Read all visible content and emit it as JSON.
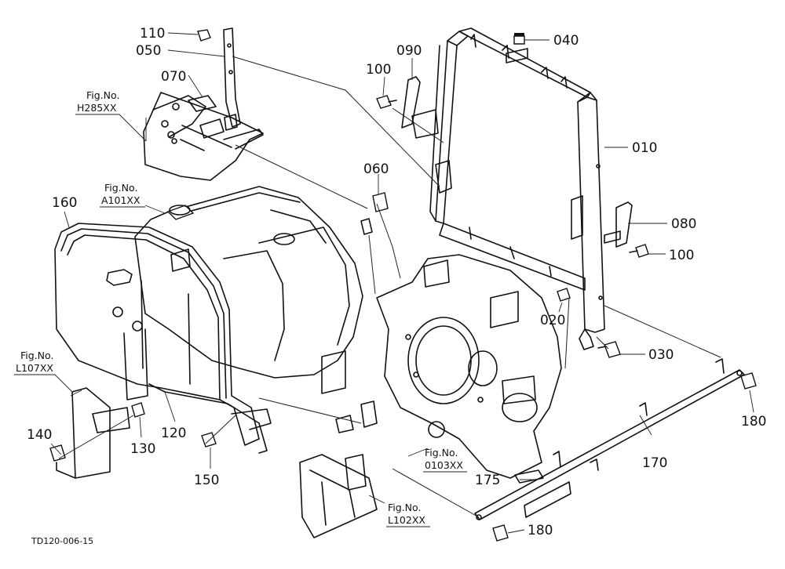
{
  "callouts": {
    "c010": "010",
    "c020": "020",
    "c030": "030",
    "c040": "040",
    "c050": "050",
    "c060": "060",
    "c070": "070",
    "c080": "080",
    "c090": "090",
    "c100a": "100",
    "c100b": "100",
    "c110": "110",
    "c120": "120",
    "c130": "130",
    "c140": "140",
    "c150": "150",
    "c160": "160",
    "c170": "170",
    "c175": "175",
    "c180a": "180",
    "c180b": "180"
  },
  "fig_refs": {
    "h285": {
      "line1": "Fig.No.",
      "line2": "H285XX"
    },
    "a101": {
      "line1": "Fig.No.",
      "line2": "A101XX"
    },
    "l107": {
      "line1": "Fig.No.",
      "line2": "L107XX"
    },
    "o103": {
      "line1": "Fig.No.",
      "line2": "0103XX"
    },
    "l102": {
      "line1": "Fig.No.",
      "line2": "L102XX"
    }
  },
  "drawing_code": "TD120-006-15"
}
